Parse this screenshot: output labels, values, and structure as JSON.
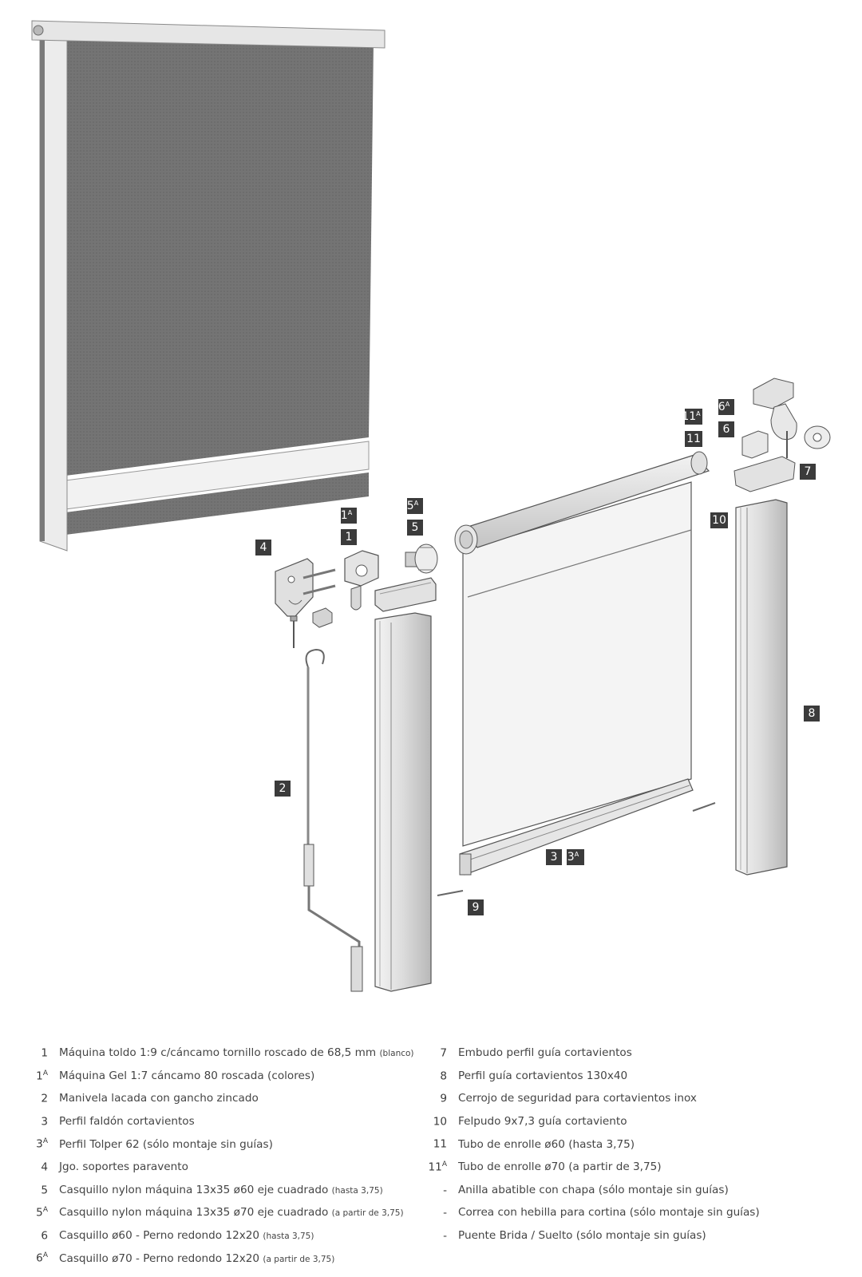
{
  "tags": {
    "t1A": "1",
    "t1A_sup": "A",
    "t1": "1",
    "t4": "4",
    "t5A": "5",
    "t5A_sup": "A",
    "t5": "5",
    "t11A": "11",
    "t11A_sup": "A",
    "t11": "11",
    "t6A": "6",
    "t6A_sup": "A",
    "t6": "6",
    "t7": "7",
    "t10": "10",
    "t8": "8",
    "t2": "2",
    "t3": "3",
    "t3A": "3",
    "t3A_sup": "A",
    "t9": "9"
  },
  "legend_left": [
    {
      "num": "1",
      "sup": "",
      "text": "Máquina toldo 1:9 c/cáncamo tornillo roscado de 68,5 mm",
      "note": "(blanco)"
    },
    {
      "num": "1",
      "sup": "A",
      "text": "Máquina Gel 1:7 cáncamo 80 roscada (colores)",
      "note": ""
    },
    {
      "num": "2",
      "sup": "",
      "text": "Manivela lacada con gancho zincado",
      "note": ""
    },
    {
      "num": "3",
      "sup": "",
      "text": "Perfil faldón cortavientos",
      "note": ""
    },
    {
      "num": "3",
      "sup": "A",
      "text": "Perfil Tolper 62 (sólo montaje sin guías)",
      "note": ""
    },
    {
      "num": "4",
      "sup": "",
      "text": "Jgo. soportes paravento",
      "note": ""
    },
    {
      "num": "5",
      "sup": "",
      "text": "Casquillo nylon máquina 13x35 ø60 eje cuadrado",
      "note": "(hasta 3,75)"
    },
    {
      "num": "5",
      "sup": "A",
      "text": "Casquillo nylon máquina 13x35 ø70 eje cuadrado",
      "note": "(a partir de 3,75)"
    },
    {
      "num": "6",
      "sup": "",
      "text": "Casquillo ø60 - Perno redondo 12x20",
      "note": "(hasta 3,75)"
    },
    {
      "num": "6",
      "sup": "A",
      "text": "Casquillo ø70 - Perno redondo 12x20",
      "note": "(a partir de 3,75)"
    }
  ],
  "legend_right": [
    {
      "num": "7",
      "sup": "",
      "text": "Embudo perfil guía cortavientos",
      "note": ""
    },
    {
      "num": "8",
      "sup": "",
      "text": "Perfil guía cortavientos 130x40",
      "note": ""
    },
    {
      "num": "9",
      "sup": "",
      "text": "Cerrojo de seguridad para cortavientos inox",
      "note": ""
    },
    {
      "num": "10",
      "sup": "",
      "text": "Felpudo 9x7,3 guía cortaviento",
      "note": ""
    },
    {
      "num": "11",
      "sup": "",
      "text": "Tubo de enrolle ø60 (hasta 3,75)",
      "note": ""
    },
    {
      "num": "11",
      "sup": "A",
      "text": "Tubo de enrolle ø70 (a partir de 3,75)",
      "note": ""
    },
    {
      "num": "-",
      "sup": "",
      "text": "Anilla abatible con chapa (sólo montaje sin guías)",
      "note": ""
    },
    {
      "num": "-",
      "sup": "",
      "text": "Correa con hebilla para cortina (sólo montaje sin guías)",
      "note": ""
    },
    {
      "num": "-",
      "sup": "",
      "text": "Puente Brida / Suelto (sólo montaje sin guías)",
      "note": ""
    }
  ]
}
